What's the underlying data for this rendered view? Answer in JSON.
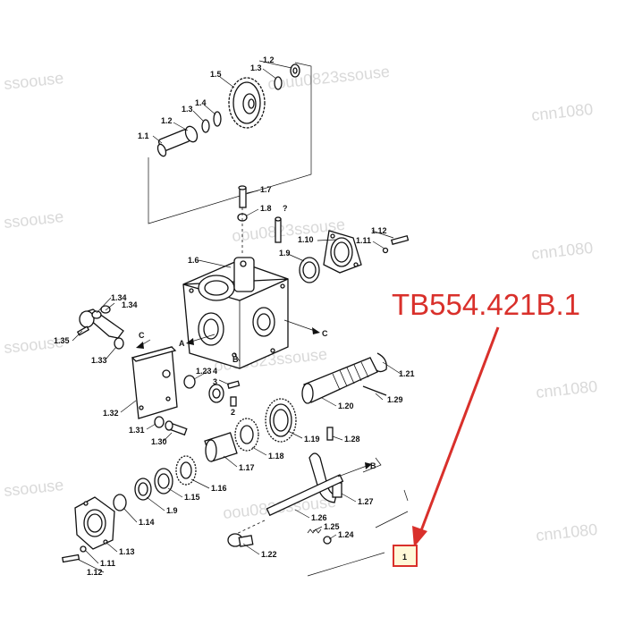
{
  "diagram": {
    "highlight_code": "TB554.421B.1",
    "highlight_box_label": "1",
    "accent_color": "#d9302b",
    "part_labels": {
      "l_1_1": "1.1",
      "l_1_2a": "1.2",
      "l_1_3a": "1.3",
      "l_1_4": "1.4",
      "l_1_5": "1.5",
      "l_1_3b": "1.3",
      "l_1_2b": "1.2",
      "l_1_7": "1.7",
      "l_1_8": "1.8",
      "l_q": "?",
      "l_1_10": "1.10",
      "l_1_11a": "1.11",
      "l_1_12a": "1.12",
      "l_1_9a": "1.9",
      "l_1_6": "1.6",
      "l_1_34a": "1.34",
      "l_1_34b": "1.34",
      "l_1_35": "1.35",
      "l_1_33": "1.33",
      "l_C1": "C",
      "l_A": "A",
      "l_C2": "C",
      "l_B1": "B",
      "l_4": "4",
      "l_3": "3",
      "l_2": "2",
      "l_1_23": "1.23",
      "l_1_21": "1.21",
      "l_1_20": "1.20",
      "l_1_29": "1.29",
      "l_1_32": "1.32",
      "l_1_31": "1.31",
      "l_1_30": "1.30",
      "l_1_19": "1.19",
      "l_1_28": "1.28",
      "l_1_18": "1.18",
      "l_1_17": "1.17",
      "l_1_16": "1.16",
      "l_1_15": "1.15",
      "l_1_9b": "1.9",
      "l_1_14": "1.14",
      "l_B2": "B",
      "l_1_27": "1.27",
      "l_1_26": "1.26",
      "l_1_25": "1.25",
      "l_1_24": "1.24",
      "l_1_22": "1.22",
      "l_1_13": "1.13",
      "l_1_11b": "1.11",
      "l_1_12b": "1.12"
    }
  }
}
